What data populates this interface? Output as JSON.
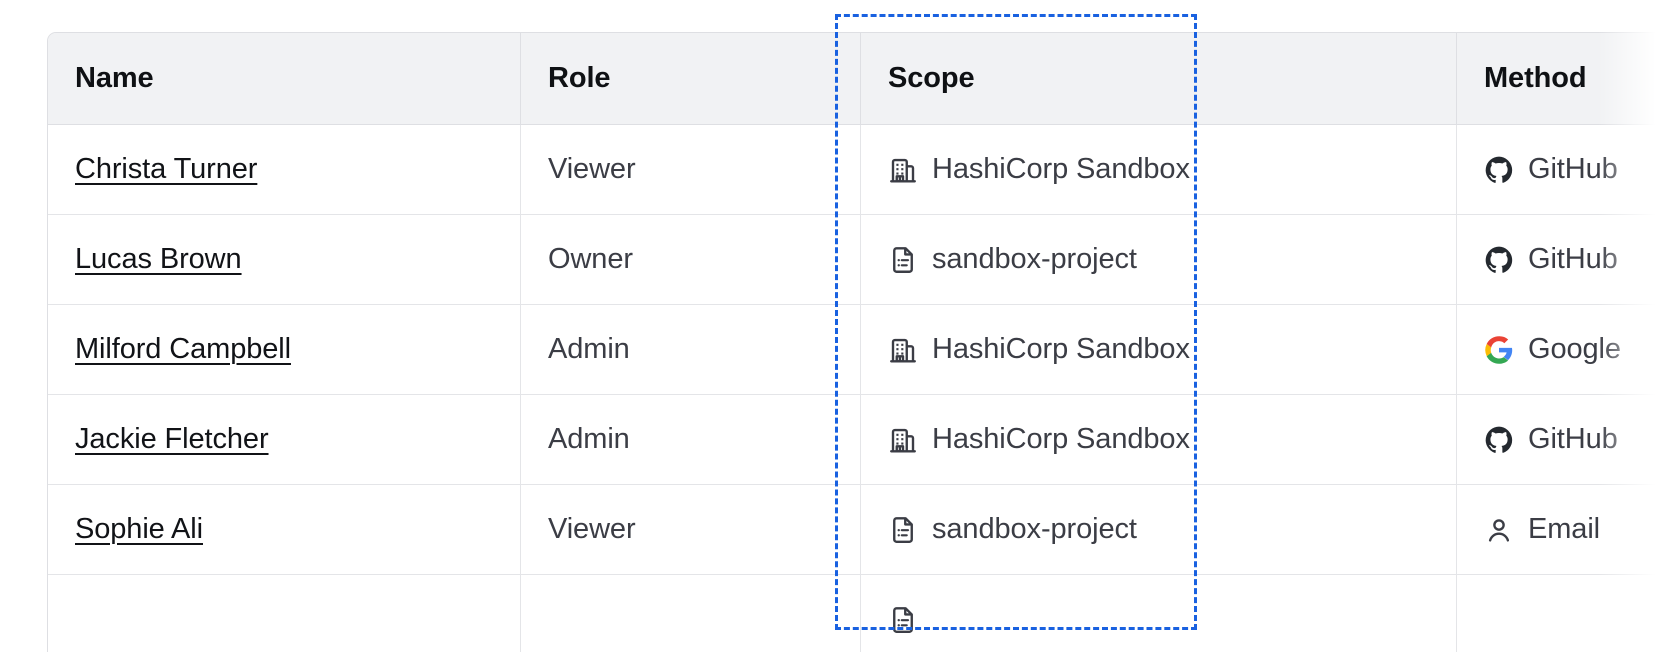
{
  "table": {
    "columns": [
      {
        "key": "name",
        "label": "Name"
      },
      {
        "key": "role",
        "label": "Role"
      },
      {
        "key": "scope",
        "label": "Scope"
      },
      {
        "key": "method",
        "label": "Method"
      }
    ],
    "rows": [
      {
        "name": "Christa Turner",
        "role": "Viewer",
        "scope": "HashiCorp Sandbox",
        "scope_icon": "organization-icon",
        "method": "GitHub",
        "method_icon": "github-icon"
      },
      {
        "name": "Lucas Brown",
        "role": "Owner",
        "scope": "sandbox-project",
        "scope_icon": "project-document-icon",
        "method": "GitHub",
        "method_icon": "github-icon"
      },
      {
        "name": "Milford Campbell",
        "role": "Admin",
        "scope": "HashiCorp Sandbox",
        "scope_icon": "organization-icon",
        "method": "Google",
        "method_icon": "google-icon"
      },
      {
        "name": "Jackie Fletcher",
        "role": "Admin",
        "scope": "HashiCorp Sandbox",
        "scope_icon": "organization-icon",
        "method": "GitHub",
        "method_icon": "github-icon"
      },
      {
        "name": "Sophie Ali",
        "role": "Viewer",
        "scope": "sandbox-project",
        "scope_icon": "project-document-icon",
        "method": "Email",
        "method_icon": "user-icon"
      },
      {
        "name": "",
        "role": "",
        "scope": "",
        "scope_icon": "project-document-icon",
        "method": "",
        "method_icon": ""
      }
    ]
  },
  "highlight": {
    "target_column": "Scope",
    "color": "#1961e0",
    "style": "dashed"
  },
  "colors": {
    "header_background": "#f1f2f4",
    "header_text": "#0f1114",
    "body_text": "#3b3d45",
    "link_text": "#111317",
    "border": "#dedfe3",
    "row_border": "#e4e5e8",
    "icon": "#3b3d45",
    "google_blue": "#4285f4",
    "google_green": "#34a853",
    "google_yellow": "#fbbc05",
    "google_red": "#ea4335"
  }
}
